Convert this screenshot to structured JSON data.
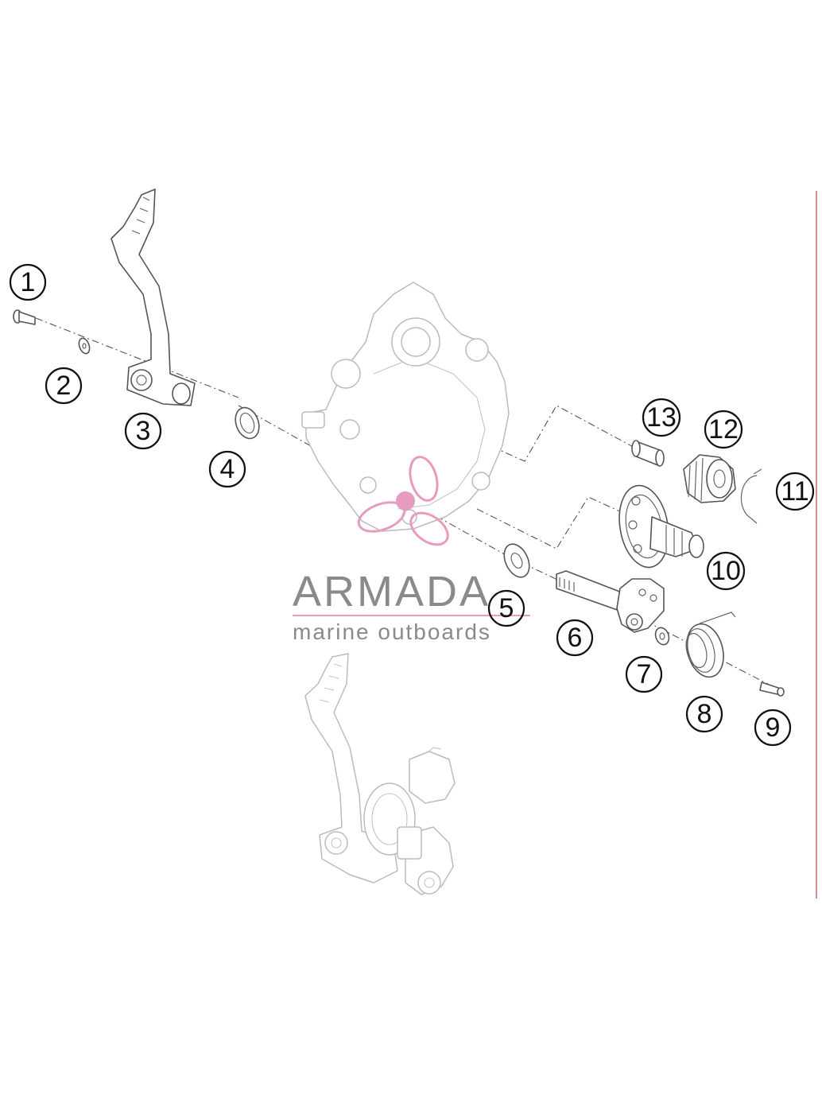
{
  "callouts": [
    {
      "number": "1"
    },
    {
      "number": "2"
    },
    {
      "number": "3"
    },
    {
      "number": "4"
    },
    {
      "number": "5"
    },
    {
      "number": "6"
    },
    {
      "number": "7"
    },
    {
      "number": "8"
    },
    {
      "number": "9"
    },
    {
      "number": "10"
    },
    {
      "number": "11"
    },
    {
      "number": "12"
    },
    {
      "number": "13"
    }
  ],
  "watermark": {
    "brand": "ARMADA",
    "tagline": "marine outboards",
    "color": "#e79bc0",
    "text_color": "#8a8a8a"
  },
  "colors": {
    "line_art": "#555555",
    "faint_art": "#bbbbbb",
    "frame_edge": "#d98a8a"
  }
}
